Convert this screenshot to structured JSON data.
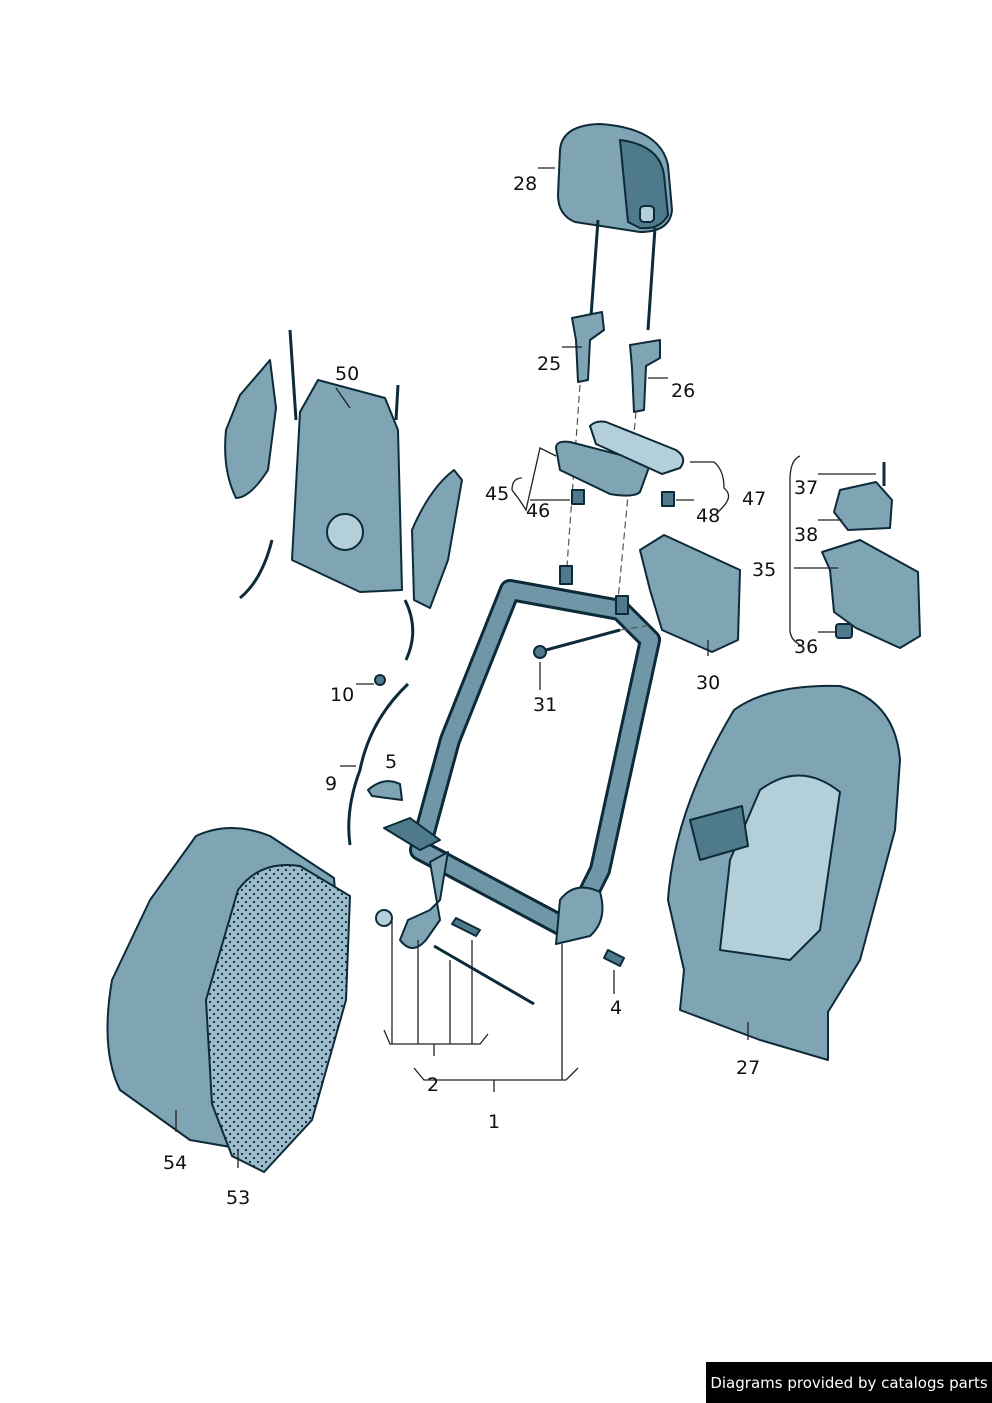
{
  "diagram": {
    "callouts": [
      "1",
      "2",
      "4",
      "5",
      "9",
      "10",
      "25",
      "26",
      "27",
      "28",
      "30",
      "31",
      "35",
      "36",
      "37",
      "38",
      "45",
      "46",
      "47",
      "48",
      "50",
      "53",
      "54"
    ]
  },
  "footer": {
    "text": "Diagrams provided by catalogs parts"
  },
  "colors": {
    "part": "#7fa4b4",
    "part_dark": "#4f7a8c",
    "outline": "#0d2a38",
    "foam": "#b3cfd9"
  }
}
